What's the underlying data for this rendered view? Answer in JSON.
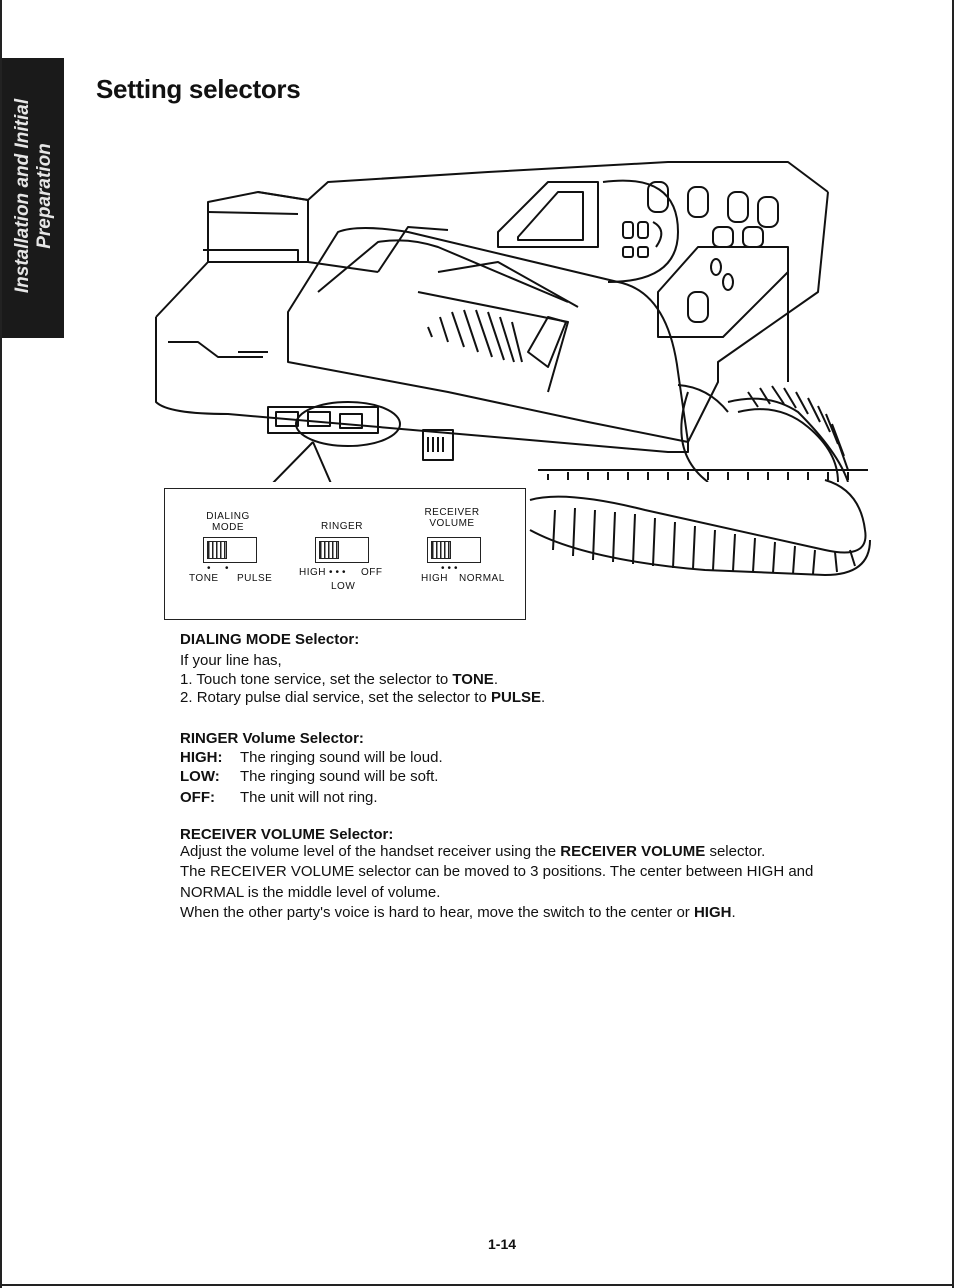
{
  "side_tab": {
    "line1": "Installation and Initial",
    "line2": "Preparation"
  },
  "title": "Setting selectors",
  "diagram": {
    "dialing": {
      "label_line1": "DIALING",
      "label_line2": "MODE",
      "pos_left": "TONE",
      "pos_right": "PULSE"
    },
    "ringer": {
      "label": "RINGER",
      "pos_high": "HIGH",
      "pos_off": "OFF",
      "pos_low": "LOW"
    },
    "receiver": {
      "label_line1": "RECEIVER",
      "label_line2": "VOLUME",
      "pos_left": "HIGH",
      "pos_right": "NORMAL"
    }
  },
  "dialing_section": {
    "heading": "DIALING MODE Selector:",
    "intro": "If your line has,",
    "item1_num": "1.",
    "item1_pre": "Touch tone service, set the selector to",
    "item1_kw": "TONE",
    "item1_post": ".",
    "item2_num": "2.",
    "item2_pre": "Rotary pulse dial service, set the selector to",
    "item2_kw": "PULSE",
    "item2_post": "."
  },
  "ringer_section": {
    "heading": "RINGER Volume Selector:",
    "rows": [
      {
        "key": "HIGH:",
        "text": "The ringing sound will be loud."
      },
      {
        "key": "LOW:",
        "text": "The ringing sound will be soft."
      },
      {
        "key": "OFF:",
        "text": "The unit will not ring."
      }
    ]
  },
  "receiver_section": {
    "heading": "RECEIVER VOLUME Selector:",
    "p1_pre": "Adjust the volume level of the handset receiver using the",
    "p1_kw": "RECEIVER VOLUME",
    "p1_post": "selector.",
    "p2_line1": "The RECEIVER VOLUME selector can be moved to 3 positions. The center between HIGH and",
    "p2_line2": "NORMAL is the middle level of volume.",
    "p3_pre": "When the other party's voice is hard to hear, move the switch to the center or",
    "p3_kw": "HIGH",
    "p3_post": "."
  },
  "page_number": "1-14"
}
